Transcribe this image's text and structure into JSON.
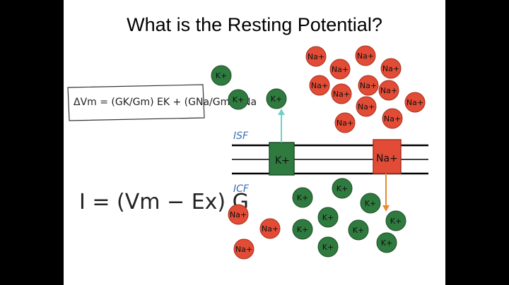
{
  "slide": {
    "title": "What is the Resting Potential?",
    "equation_1": "ΔVm = (GK/Gm) EK + (GNa/Gm) ENa",
    "equation_2": "I = (Vm − Ex) G",
    "isf_label": "ISF",
    "icf_label": "ICF",
    "k_channel_label": "K+",
    "na_channel_label": "Na+",
    "ion_k": "K+",
    "ion_na": "Na+",
    "colors": {
      "k_ion": "#2f7a3f",
      "na_ion": "#e24b35",
      "k_arrow": "#6fd1c4",
      "na_arrow": "#e9892e",
      "label_blue": "#3a6fb5"
    }
  }
}
